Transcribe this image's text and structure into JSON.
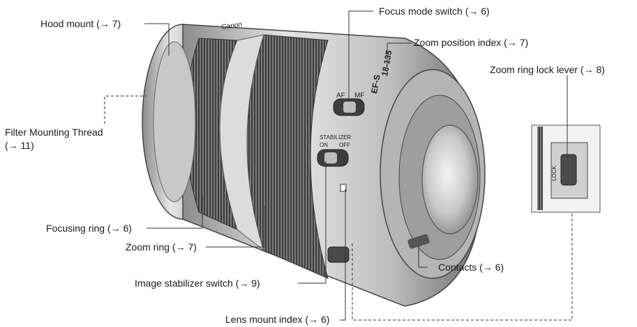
{
  "callouts": {
    "hood_mount": "Hood mount (→ 7)",
    "focus_mode_switch": "Focus mode switch (→ 6)",
    "zoom_position_index": "Zoom position index (→ 7)",
    "zoom_ring_lock_lever": "Zoom ring lock lever (→ 8)",
    "filter_thread_line1": "Filter Mounting Thread",
    "filter_thread_line2": "(→ 11)",
    "focusing_ring": "Focusing ring (→ 6)",
    "zoom_ring": "Zoom ring (→ 7)",
    "contacts": "Contacts (→ 6)",
    "image_stabilizer_switch": "Image stabilizer switch  (→ 9)",
    "lens_mount_index": "Lens mount index (→ 6)"
  },
  "lens_markings": {
    "brand": "Canon",
    "ef_s": "EF-S",
    "focal": "18-135",
    "af": "AF",
    "mf": "MF",
    "stabilizer": "STABILIZER",
    "on": "ON",
    "off": "OFF",
    "lock": "LOCK"
  },
  "colors": {
    "line": "#333333",
    "lens_dark": "#5a5a5a",
    "lens_mid": "#9a9a9a",
    "lens_light": "#d9d9d9"
  }
}
